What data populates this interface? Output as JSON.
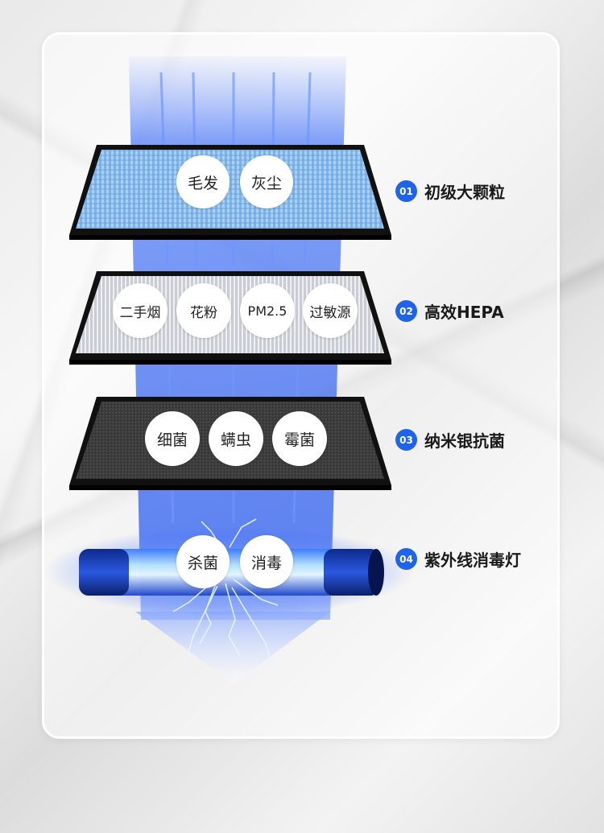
{
  "layers": [
    {
      "number": "01",
      "label": "初级大颗粒",
      "bubbles": [
        "毛发",
        "灰尘"
      ]
    },
    {
      "number": "02",
      "label": "高效HEPA",
      "bubbles": [
        "二手烟",
        "花粉",
        "PM2.5",
        "过敏源"
      ]
    },
    {
      "number": "03",
      "label": "纳米银抗菌",
      "bubbles": [
        "细菌",
        "螨虫",
        "霉菌"
      ]
    },
    {
      "number": "04",
      "label": "紫外线消毒灯",
      "bubbles": [
        "杀菌",
        "消毒"
      ]
    }
  ],
  "colors": {
    "accent_blue": "#1f63e8",
    "light_blue": "#5d8dff",
    "hepa_white": "#d9dde3",
    "carbon_grey": "#3a3a3a"
  }
}
